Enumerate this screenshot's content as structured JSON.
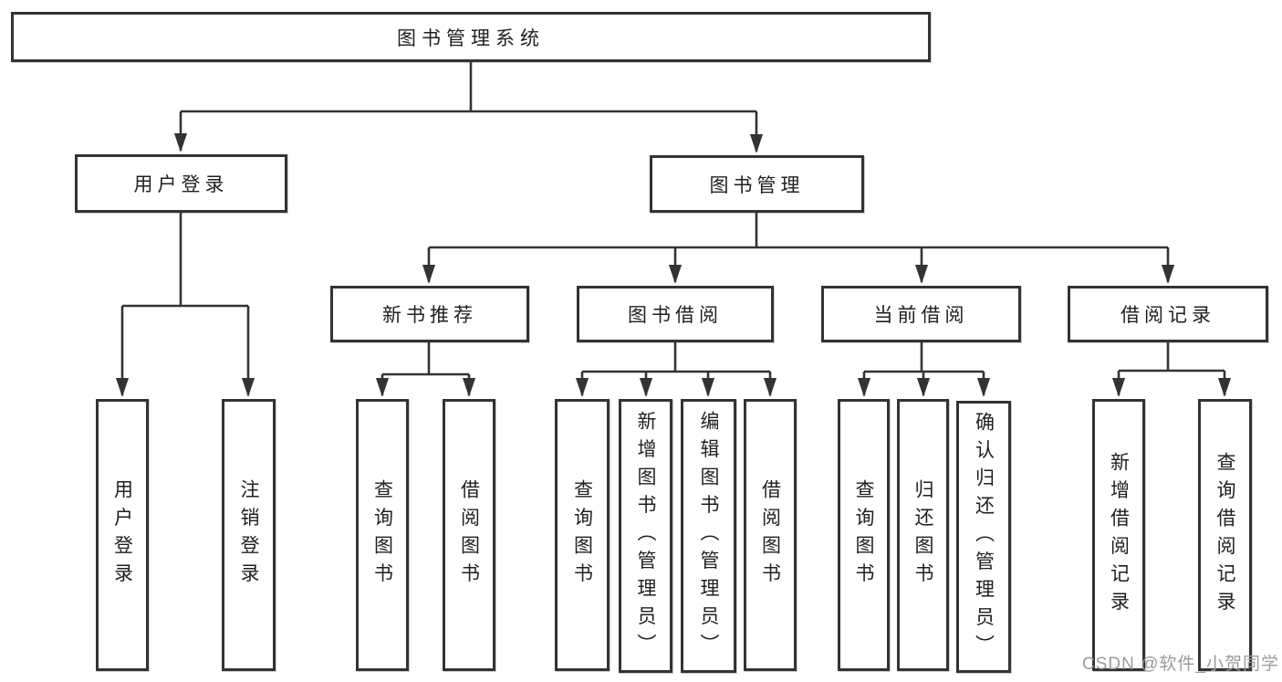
{
  "title": "图书管理系统",
  "colors": {
    "line": "#333333",
    "box_border": "#333333",
    "box_fill": "#ffffff",
    "text": "#1f1f1f",
    "watermark": "#9b9b9b",
    "background": "#ffffff"
  },
  "nodes": {
    "root": {
      "label": "图书管理系统"
    },
    "level2": [
      {
        "id": "user-login",
        "label": "用户登录"
      },
      {
        "id": "book-management",
        "label": "图书管理"
      }
    ],
    "level3": [
      {
        "id": "new-book-recommend",
        "label": "新书推荐",
        "parent": "book-management"
      },
      {
        "id": "book-borrow",
        "label": "图书借阅",
        "parent": "book-management"
      },
      {
        "id": "current-borrow",
        "label": "当前借阅",
        "parent": "book-management"
      },
      {
        "id": "borrow-records",
        "label": "借阅记录",
        "parent": "book-management"
      }
    ],
    "leaves": [
      {
        "id": "user-login-leaf",
        "label": "用户登录",
        "parent": "user-login"
      },
      {
        "id": "logout",
        "label": "注销登录",
        "parent": "user-login"
      },
      {
        "id": "query-book-recommend",
        "label": "查询图书",
        "parent": "new-book-recommend"
      },
      {
        "id": "borrow-book-recommend",
        "label": "借阅图书",
        "parent": "new-book-recommend"
      },
      {
        "id": "query-book-borrow",
        "label": "查询图书",
        "parent": "book-borrow"
      },
      {
        "id": "add-book-admin",
        "label": "新增图书（管理员）",
        "parent": "book-borrow"
      },
      {
        "id": "edit-book-admin",
        "label": "编辑图书（管理员）",
        "parent": "book-borrow"
      },
      {
        "id": "borrow-book",
        "label": "借阅图书",
        "parent": "book-borrow"
      },
      {
        "id": "query-book-current",
        "label": "查询图书",
        "parent": "current-borrow"
      },
      {
        "id": "return-book",
        "label": "归还图书",
        "parent": "current-borrow"
      },
      {
        "id": "confirm-return-admin",
        "label": "确认归还（管理员）",
        "parent": "current-borrow"
      },
      {
        "id": "add-borrow-record",
        "label": "新增借阅记录",
        "parent": "borrow-records"
      },
      {
        "id": "query-borrow-record",
        "label": "查询借阅记录",
        "parent": "borrow-records"
      }
    ]
  },
  "watermark": {
    "text": "CSDN @软件_小贺同学"
  }
}
